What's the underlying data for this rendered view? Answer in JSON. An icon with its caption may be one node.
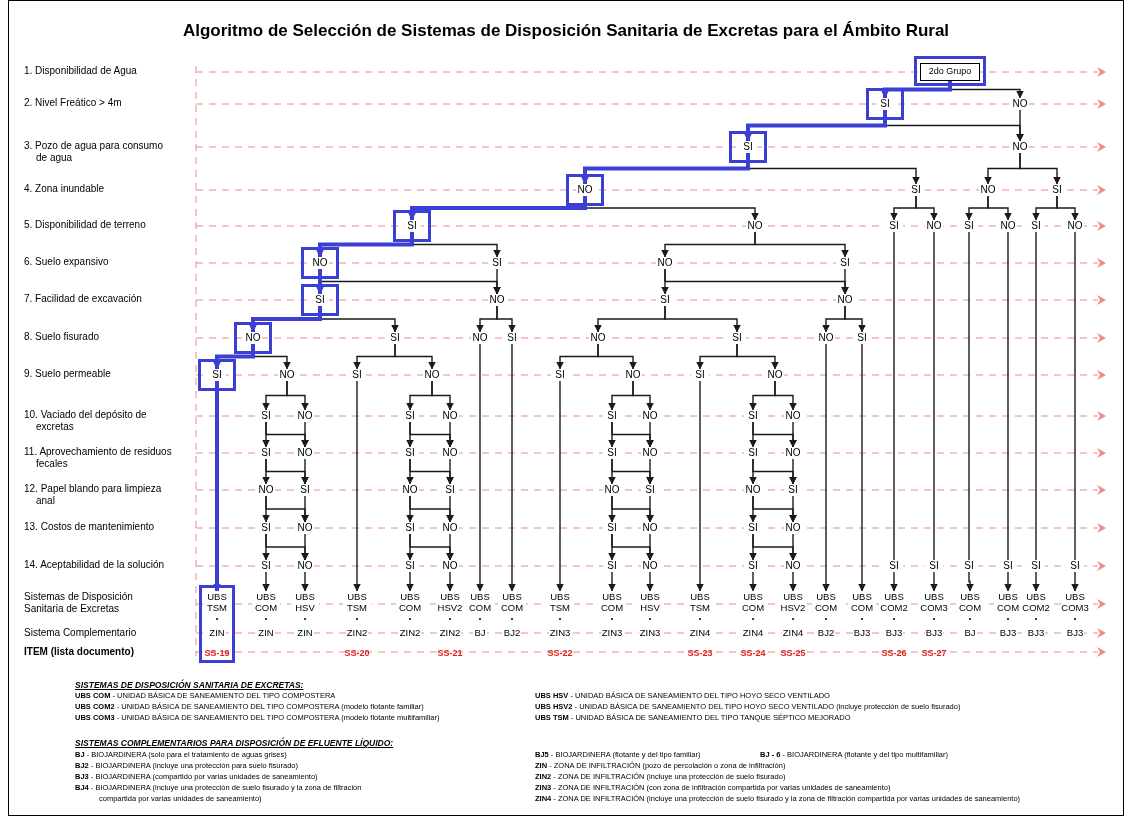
{
  "diagram": {
    "title": "Algoritmo de Selección de Sistemas de Disposición Sanitaria de Excretas para el Ámbito Rural",
    "nodes": [
      {
        "text": [
          "2do Grupo"
        ]
      },
      {
        "text": [
          "SI"
        ]
      },
      {
        "text": [
          "NO"
        ]
      },
      {
        "text": [
          "SI"
        ]
      },
      {
        "text": [
          "NO"
        ]
      },
      {
        "text": [
          "NO"
        ]
      },
      {
        "text": [
          "SI"
        ]
      },
      {
        "text": [
          "NO"
        ]
      },
      {
        "text": [
          "SI"
        ]
      },
      {
        "text": [
          "SI"
        ]
      },
      {
        "text": [
          "NO"
        ]
      },
      {
        "text": [
          "SI"
        ]
      },
      {
        "text": [
          "NO"
        ]
      },
      {
        "text": [
          "SI"
        ]
      },
      {
        "text": [
          "NO"
        ]
      },
      {
        "text": [
          "SI"
        ]
      },
      {
        "text": [
          "NO"
        ]
      },
      {
        "text": [
          "NO"
        ]
      },
      {
        "text": [
          "SI"
        ]
      },
      {
        "text": [
          "NO"
        ]
      },
      {
        "text": [
          "SI"
        ]
      },
      {
        "text": [
          "SI"
        ]
      },
      {
        "text": [
          "NO"
        ]
      },
      {
        "text": [
          "SI"
        ]
      },
      {
        "text": [
          "NO"
        ]
      },
      {
        "text": [
          "NO"
        ]
      },
      {
        "text": [
          "SI"
        ]
      },
      {
        "text": [
          "NO"
        ]
      },
      {
        "text": [
          "SI"
        ]
      },
      {
        "text": [
          "NO"
        ]
      },
      {
        "text": [
          "SI"
        ]
      },
      {
        "text": [
          "NO"
        ]
      },
      {
        "text": [
          "SI"
        ]
      },
      {
        "text": [
          "SI"
        ]
      },
      {
        "text": [
          "NO"
        ]
      },
      {
        "text": [
          "SI"
        ]
      },
      {
        "text": [
          "NO"
        ]
      },
      {
        "text": [
          "SI"
        ]
      },
      {
        "text": [
          "NO"
        ]
      },
      {
        "text": [
          "SI"
        ]
      },
      {
        "text": [
          "NO"
        ]
      },
      {
        "text": [
          "SI"
        ]
      },
      {
        "text": [
          "NO"
        ]
      },
      {
        "text": [
          "SI"
        ]
      },
      {
        "text": [
          "NO"
        ]
      },
      {
        "text": [
          "NO"
        ]
      },
      {
        "text": [
          "SI"
        ]
      },
      {
        "text": [
          "SI"
        ]
      },
      {
        "text": [
          "NO"
        ]
      },
      {
        "text": [
          "SI"
        ]
      },
      {
        "text": [
          "NO"
        ]
      },
      {
        "text": [
          "SI"
        ]
      },
      {
        "text": [
          "NO"
        ]
      },
      {
        "text": [
          "SI"
        ]
      },
      {
        "text": [
          "NO"
        ]
      },
      {
        "text": [
          "NO"
        ]
      },
      {
        "text": [
          "SI"
        ]
      },
      {
        "text": [
          "SI"
        ]
      },
      {
        "text": [
          "NO"
        ]
      },
      {
        "text": [
          "SI"
        ]
      },
      {
        "text": [
          "NO"
        ]
      },
      {
        "text": [
          "SI"
        ]
      },
      {
        "text": [
          "NO"
        ]
      },
      {
        "text": [
          "SI"
        ]
      },
      {
        "text": [
          "NO"
        ]
      },
      {
        "text": [
          "NO"
        ]
      },
      {
        "text": [
          "SI"
        ]
      },
      {
        "text": [
          "SI"
        ]
      },
      {
        "text": [
          "NO"
        ]
      },
      {
        "text": [
          "SI"
        ]
      },
      {
        "text": [
          "NO"
        ]
      },
      {
        "text": [
          "SI"
        ]
      },
      {
        "text": [
          "NO"
        ]
      },
      {
        "text": [
          "SI"
        ]
      },
      {
        "text": [
          "NO"
        ]
      },
      {
        "text": [
          "NO"
        ]
      },
      {
        "text": [
          "SI"
        ]
      },
      {
        "text": [
          "SI"
        ]
      },
      {
        "text": [
          "NO"
        ]
      },
      {
        "text": [
          "SI"
        ]
      },
      {
        "text": [
          "NO"
        ]
      },
      {
        "text": [
          "SI"
        ]
      },
      {
        "text": [
          "SI"
        ]
      },
      {
        "text": [
          "SI"
        ]
      },
      {
        "text": [
          "SI"
        ]
      },
      {
        "text": [
          "SI"
        ]
      },
      {
        "text": [
          "SI"
        ]
      },
      {
        "text": [
          "UBS TSM",
          "ZIN"
        ],
        "beside": [
          "SS-19"
        ]
      },
      {
        "text": [
          "UBS COM",
          "ZIN"
        ]
      },
      {
        "text": [
          "UBS HSV",
          "ZIN"
        ]
      },
      {
        "text": [
          "UBS TSM",
          "ZIN2"
        ],
        "beside": [
          "SS-20"
        ]
      },
      {
        "text": [
          "UBS COM",
          "ZIN2"
        ]
      },
      {
        "text": [
          "UBS HSV2",
          "ZIN2"
        ],
        "beside": [
          "SS-21"
        ]
      },
      {
        "text": [
          "UBS COM",
          "BJ"
        ]
      },
      {
        "text": [
          "UBS COM",
          "BJ2"
        ]
      },
      {
        "text": [
          "UBS TSM",
          "ZIN3"
        ],
        "beside": [
          "SS-22"
        ]
      },
      {
        "text": [
          "UBS COM",
          "ZIN3"
        ]
      },
      {
        "text": [
          "UBS HSV",
          "ZIN3"
        ]
      },
      {
        "text": [
          "UBS TSM",
          "ZIN4"
        ],
        "beside": [
          "SS-23"
        ]
      },
      {
        "text": [
          "UBS COM",
          "ZIN4"
        ],
        "beside": [
          "SS-24"
        ]
      },
      {
        "text": [
          "UBS HSV2",
          "ZIN4"
        ],
        "beside": [
          "SS-25"
        ]
      },
      {
        "text": [
          "UBS COM",
          "BJ2"
        ]
      },
      {
        "text": [
          "UBS COM",
          "BJ3"
        ]
      },
      {
        "text": [
          "UBS COM2",
          "BJ3"
        ],
        "beside": [
          "SS-26"
        ]
      },
      {
        "text": [
          "UBS COM3",
          "BJ3"
        ],
        "beside": [
          "SS-27"
        ]
      },
      {
        "text": [
          "UBS COM",
          "BJ"
        ]
      },
      {
        "text": [
          "UBS COM",
          "BJ3"
        ]
      },
      {
        "text": [
          "UBS COM2",
          "BJ3"
        ]
      },
      {
        "text": [
          "UBS COM3",
          "BJ3"
        ]
      }
    ],
    "edges": [
      {
        "from": 0,
        "to": 1,
        "arrow": "to",
        "style": "thick",
        "color": "#3b3fd4"
      },
      {
        "from": 0,
        "to": 2,
        "arrow": "to"
      },
      {
        "from": 1,
        "to": 3,
        "arrow": "to",
        "style": "thick",
        "color": "#3b3fd4"
      },
      {
        "from": 1,
        "to": 4,
        "arrow": "to"
      },
      {
        "from": 2,
        "to": 4,
        "arrow": "to"
      },
      {
        "from": 3,
        "to": 5,
        "arrow": "to",
        "style": "thick",
        "color": "#3b3fd4"
      },
      {
        "from": 3,
        "to": 6,
        "arrow": "to"
      },
      {
        "from": 4,
        "to": 7,
        "arrow": "to"
      },
      {
        "from": 4,
        "to": 8,
        "arrow": "to"
      },
      {
        "from": 5,
        "to": 9,
        "arrow": "to",
        "style": "thick",
        "color": "#3b3fd4"
      },
      {
        "from": 5,
        "to": 10,
        "arrow": "to"
      },
      {
        "from": 6,
        "to": 11,
        "arrow": "to"
      },
      {
        "from": 6,
        "to": 12,
        "arrow": "to"
      },
      {
        "from": 7,
        "to": 13,
        "arrow": "to"
      },
      {
        "from": 7,
        "to": 14,
        "arrow": "to"
      },
      {
        "from": 8,
        "to": 15,
        "arrow": "to"
      },
      {
        "from": 8,
        "to": 16,
        "arrow": "to"
      },
      {
        "from": 9,
        "to": 17,
        "arrow": "to",
        "style": "thick",
        "color": "#3b3fd4"
      },
      {
        "from": 9,
        "to": 18,
        "arrow": "to"
      },
      {
        "from": 10,
        "to": 19,
        "arrow": "to"
      },
      {
        "from": 10,
        "to": 20,
        "arrow": "to"
      },
      {
        "from": 17,
        "to": 21,
        "arrow": "to",
        "style": "thick",
        "color": "#3b3fd4"
      },
      {
        "from": 17,
        "to": 22,
        "arrow": "to"
      },
      {
        "from": 18,
        "to": 22,
        "arrow": "to"
      },
      {
        "from": 19,
        "to": 23,
        "arrow": "to"
      },
      {
        "from": 19,
        "to": 24,
        "arrow": "to"
      },
      {
        "from": 20,
        "to": 24,
        "arrow": "to"
      },
      {
        "from": 21,
        "to": 25,
        "arrow": "to",
        "style": "thick",
        "color": "#3b3fd4"
      },
      {
        "from": 21,
        "to": 26,
        "arrow": "to"
      },
      {
        "from": 22,
        "to": 27,
        "arrow": "to"
      },
      {
        "from": 22,
        "to": 28,
        "arrow": "to"
      },
      {
        "from": 23,
        "to": 29,
        "arrow": "to"
      },
      {
        "from": 23,
        "to": 30,
        "arrow": "to"
      },
      {
        "from": 24,
        "to": 31,
        "arrow": "to"
      },
      {
        "from": 24,
        "to": 32,
        "arrow": "to"
      },
      {
        "from": 25,
        "to": 33,
        "arrow": "to",
        "style": "thick",
        "color": "#3b3fd4"
      },
      {
        "from": 25,
        "to": 34,
        "arrow": "to"
      },
      {
        "from": 26,
        "to": 35,
        "arrow": "to"
      },
      {
        "from": 26,
        "to": 36,
        "arrow": "to"
      },
      {
        "from": 29,
        "to": 37,
        "arrow": "to"
      },
      {
        "from": 29,
        "to": 38,
        "arrow": "to"
      },
      {
        "from": 30,
        "to": 39,
        "arrow": "to"
      },
      {
        "from": 30,
        "to": 40,
        "arrow": "to"
      },
      {
        "from": 27,
        "to": 93,
        "arrow": "to"
      },
      {
        "from": 28,
        "to": 94,
        "arrow": "to"
      },
      {
        "from": 31,
        "to": 101,
        "arrow": "to"
      },
      {
        "from": 32,
        "to": 102,
        "arrow": "to"
      },
      {
        "from": 33,
        "to": 87,
        "arrow": "to",
        "style": "thick",
        "color": "#3b3fd4"
      },
      {
        "from": 35,
        "to": 90,
        "arrow": "to"
      },
      {
        "from": 37,
        "to": 95,
        "arrow": "to"
      },
      {
        "from": 39,
        "to": 98,
        "arrow": "to"
      },
      {
        "from": 34,
        "to": 41,
        "arrow": "to"
      },
      {
        "from": 34,
        "to": 42,
        "arrow": "to"
      },
      {
        "from": 36,
        "to": 51,
        "arrow": "to"
      },
      {
        "from": 36,
        "to": 52,
        "arrow": "to"
      },
      {
        "from": 38,
        "to": 61,
        "arrow": "to"
      },
      {
        "from": 38,
        "to": 62,
        "arrow": "to"
      },
      {
        "from": 40,
        "to": 71,
        "arrow": "to"
      },
      {
        "from": 40,
        "to": 72,
        "arrow": "to"
      },
      {
        "from": 41,
        "to": 43,
        "arrow": "to"
      },
      {
        "from": 41,
        "to": 44,
        "arrow": "to"
      },
      {
        "from": 42,
        "to": 44,
        "arrow": "to"
      },
      {
        "from": 43,
        "to": 45,
        "arrow": "to"
      },
      {
        "from": 43,
        "to": 46,
        "arrow": "to"
      },
      {
        "from": 44,
        "to": 46,
        "arrow": "to"
      },
      {
        "from": 45,
        "to": 47,
        "arrow": "to"
      },
      {
        "from": 45,
        "to": 48,
        "arrow": "to"
      },
      {
        "from": 46,
        "to": 48,
        "arrow": "to"
      },
      {
        "from": 47,
        "to": 49,
        "arrow": "to"
      },
      {
        "from": 47,
        "to": 50,
        "arrow": "to"
      },
      {
        "from": 48,
        "to": 50,
        "arrow": "to"
      },
      {
        "from": 49,
        "to": 88,
        "arrow": "to"
      },
      {
        "from": 50,
        "to": 89,
        "arrow": "to"
      },
      {
        "from": 51,
        "to": 53,
        "arrow": "to"
      },
      {
        "from": 51,
        "to": 54,
        "arrow": "to"
      },
      {
        "from": 52,
        "to": 54,
        "arrow": "to"
      },
      {
        "from": 53,
        "to": 55,
        "arrow": "to"
      },
      {
        "from": 53,
        "to": 56,
        "arrow": "to"
      },
      {
        "from": 54,
        "to": 56,
        "arrow": "to"
      },
      {
        "from": 55,
        "to": 57,
        "arrow": "to"
      },
      {
        "from": 55,
        "to": 58,
        "arrow": "to"
      },
      {
        "from": 56,
        "to": 58,
        "arrow": "to"
      },
      {
        "from": 57,
        "to": 59,
        "arrow": "to"
      },
      {
        "from": 57,
        "to": 60,
        "arrow": "to"
      },
      {
        "from": 58,
        "to": 60,
        "arrow": "to"
      },
      {
        "from": 59,
        "to": 91,
        "arrow": "to"
      },
      {
        "from": 60,
        "to": 92,
        "arrow": "to"
      },
      {
        "from": 61,
        "to": 63,
        "arrow": "to"
      },
      {
        "from": 61,
        "to": 64,
        "arrow": "to"
      },
      {
        "from": 62,
        "to": 64,
        "arrow": "to"
      },
      {
        "from": 63,
        "to": 65,
        "arrow": "to"
      },
      {
        "from": 63,
        "to": 66,
        "arrow": "to"
      },
      {
        "from": 64,
        "to": 66,
        "arrow": "to"
      },
      {
        "from": 65,
        "to": 67,
        "arrow": "to"
      },
      {
        "from": 65,
        "to": 68,
        "arrow": "to"
      },
      {
        "from": 66,
        "to": 68,
        "arrow": "to"
      },
      {
        "from": 67,
        "to": 69,
        "arrow": "to"
      },
      {
        "from": 67,
        "to": 70,
        "arrow": "to"
      },
      {
        "from": 68,
        "to": 70,
        "arrow": "to"
      },
      {
        "from": 69,
        "to": 96,
        "arrow": "to"
      },
      {
        "from": 70,
        "to": 97,
        "arrow": "to"
      },
      {
        "from": 71,
        "to": 73,
        "arrow": "to"
      },
      {
        "from": 71,
        "to": 74,
        "arrow": "to"
      },
      {
        "from": 72,
        "to": 74,
        "arrow": "to"
      },
      {
        "from": 73,
        "to": 75,
        "arrow": "to"
      },
      {
        "from": 73,
        "to": 76,
        "arrow": "to"
      },
      {
        "from": 74,
        "to": 76,
        "arrow": "to"
      },
      {
        "from": 75,
        "to": 77,
        "arrow": "to"
      },
      {
        "from": 75,
        "to": 78,
        "arrow": "to"
      },
      {
        "from": 76,
        "to": 78,
        "arrow": "to"
      },
      {
        "from": 77,
        "to": 79,
        "arrow": "to"
      },
      {
        "from": 77,
        "to": 80,
        "arrow": "to"
      },
      {
        "from": 78,
        "to": 80,
        "arrow": "to"
      },
      {
        "from": 79,
        "to": 99,
        "arrow": "to"
      },
      {
        "from": 80,
        "to": 100,
        "arrow": "to"
      },
      {
        "from": 11,
        "to": 81,
        "arrow": "none"
      },
      {
        "from": 12,
        "to": 82,
        "arrow": "none"
      },
      {
        "from": 13,
        "to": 83,
        "arrow": "none"
      },
      {
        "from": 14,
        "to": 84,
        "arrow": "none"
      },
      {
        "from": 15,
        "to": 85,
        "arrow": "none"
      },
      {
        "from": 16,
        "to": 86,
        "arrow": "none"
      },
      {
        "from": 81,
        "to": 103,
        "arrow": "to"
      },
      {
        "from": 82,
        "to": 104,
        "arrow": "to"
      },
      {
        "from": 83,
        "to": 105,
        "arrow": "to"
      },
      {
        "from": 84,
        "to": 106,
        "arrow": "to"
      },
      {
        "from": 85,
        "to": 107,
        "arrow": "to"
      },
      {
        "from": 86,
        "to": 108,
        "arrow": "to"
      }
    ],
    "labels": [
      "1. Disponibilidad de Agua",
      "2. Nivel Freático > 4m",
      "3. Pozo de agua para consumo de agua",
      "4. Zona inundable",
      "5. Disponibilidad de terreno",
      "6. Suelo expansivo",
      "7. Facilidad de excavación",
      "8. Suelo fisurado",
      "9. Suelo permeable",
      "10. Vaciado del depósito de excretas",
      "11. Aprovechamiento de residuos fecales",
      "12. Papel blando para limpieza anal",
      "13. Costos de mantenimiento",
      "14. Aceptabilidad de la solución",
      "Sistemas de Disposición Sanitaria de Excretas",
      "Sistema Complementario",
      "ITEM (lista documento)",
      "SISTEMAS DE DISPOSICIÓN SANITARIA DE EXCRETAS:",
      "**UBS COM** - UNIDAD BÁSICA DE SANEAMIENTO DEL TIPO COMPOSTERA",
      "**UBS COM2** - UNIDAD BÁSICA DE SANEAMIENTO DEL TIPO COMPOSTERA (modelo flotante familiar)",
      "**UBS COM3** - UNIDAD BÁSICA DE SANEAMIENTO DEL TIPO COMPOSTERA (modelo flotante multifamiliar)",
      "**UBS HSV** - UNIDAD BÁSICA DE SANEAMIENTO DEL TIPO HOYO SECO VENTILADO",
      "**UBS HSV2** - UNIDAD BÁSICA DE SANEAMIENTO DEL TIPO HOYO SECO VENTILADO (incluye protección de suelo fisurado)",
      "**UBS TSM** - UNIDAD BÁSICA DE SANEAMIENTO DEL TIPO TANQUE SÉPTICO MEJORADO",
      "SISTEMAS COMPLEMENTARIOS PARA DISPOSICIÓN DE EFLUENTE LÍQUIDO:",
      "**BJ** - BIOJARDINERA (solo para el tratamiento de aguas grises)",
      "**BJ2** - BIOJARDINERA (incluye una protección para suelo fisurado)",
      "**BJ3** - BIOJARDINERA (compartido por varias unidades de saneamiento)",
      "**BJ4** - BIOJARDINERA (incluye una protección de suelo fisurado y la zona de filtración compartida por varias unidades de saneamiento)",
      "**BJ5** - BIOJARDINERA (flotante y del tipo familiar)",
      "**ZIN** - ZONA DE INFILTRACIÓN (pozo de percolación o zona de infiltración)",
      "**ZIN2** - ZONA DE INFILTRACIÓN (incluye una protección de suelo fisurado)",
      "**ZIN3** - ZONA DE INFILTRACIÓN (con zona de infiltración compartida por varias unidades de saneamiento)",
      "**ZIN4** - ZONA DE INFILTRACIÓN (incluye una protección de suelo fisurado y la zona de filtración compartida por varias unidades de saneamiento)",
      "**BJ - 6** - BIOJARDINERA (flotante y del tipo multifamiliar)"
    ]
  }
}
